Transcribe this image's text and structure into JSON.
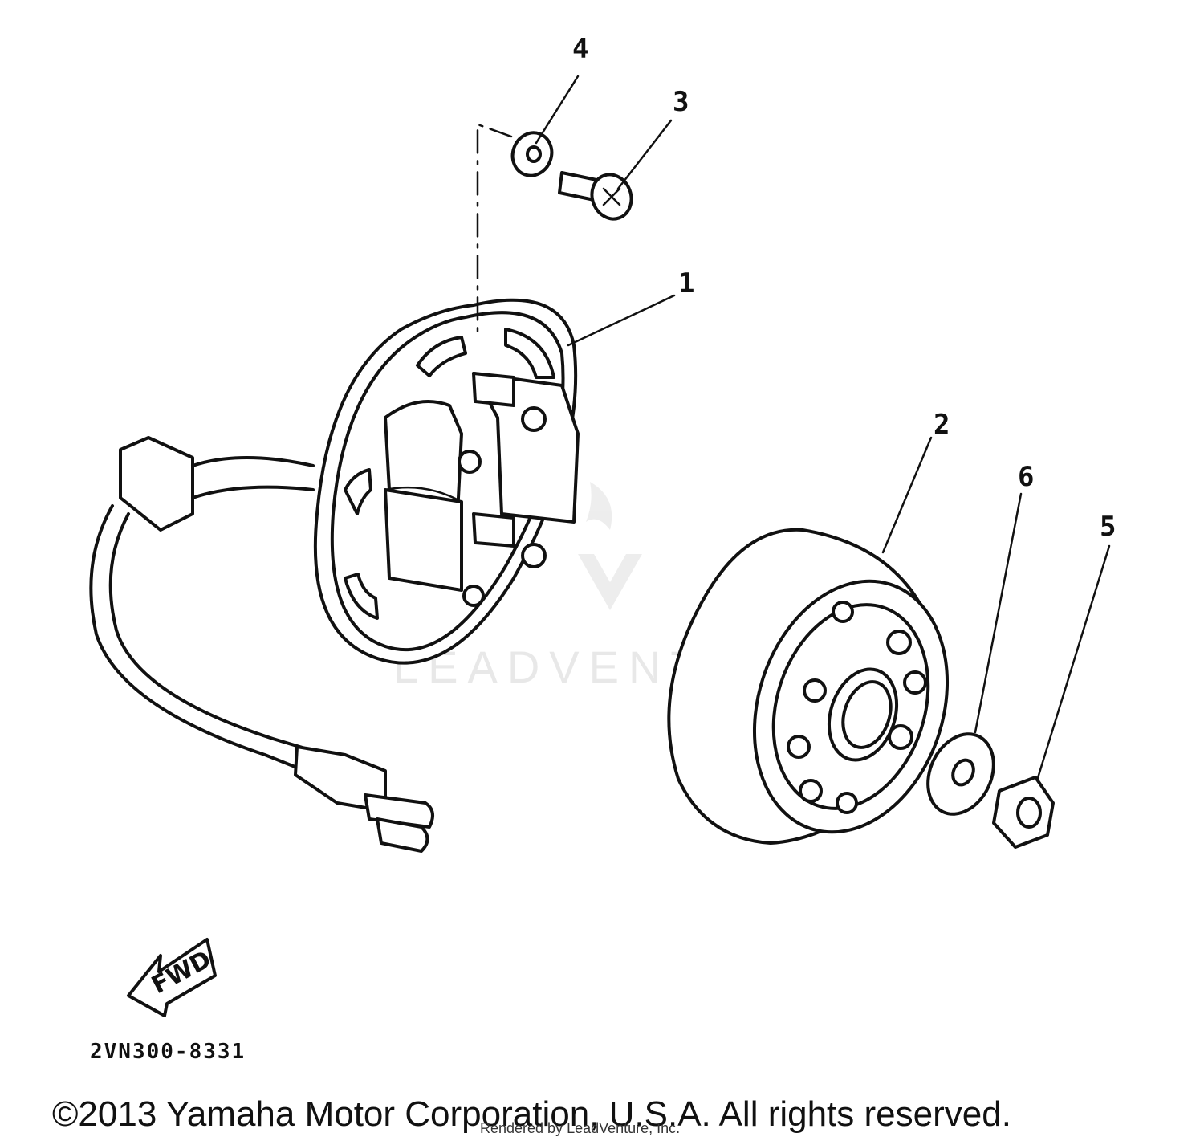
{
  "callouts": {
    "c1": "1",
    "c2": "2",
    "c3": "3",
    "c4": "4",
    "c5": "5",
    "c6": "6"
  },
  "fwd_label": "FWD",
  "diagram_code": "2VN300-8331",
  "copyright": "©2013 Yamaha Motor Corporation, U.S.A. All rights reserved.",
  "rendered_by": "Rendered by LeadVenture, Inc.",
  "watermark": "LEADVENTURE",
  "colors": {
    "ink": "#111111",
    "watermark": "#e6e6e6",
    "background": "#ffffff"
  }
}
